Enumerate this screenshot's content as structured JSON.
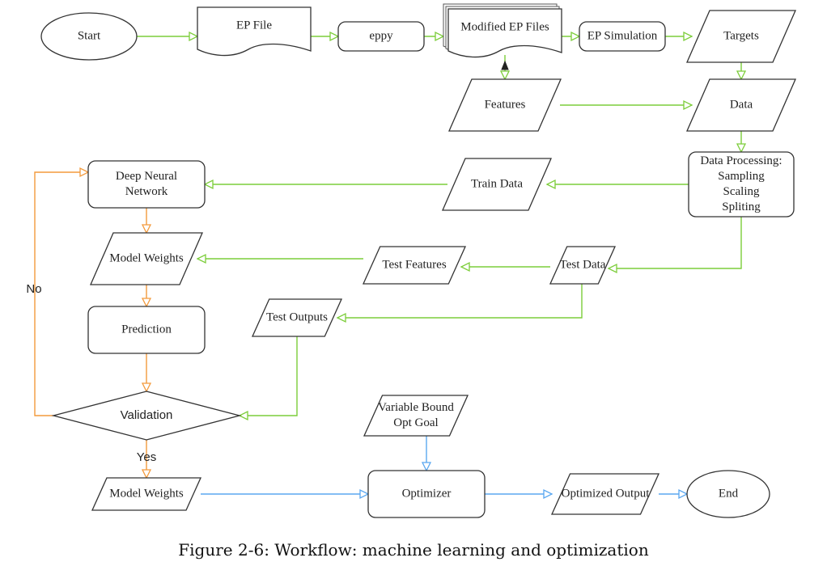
{
  "colors": {
    "green": "#7ccd3a",
    "orange": "#f39a3c",
    "blue": "#5aa7f0",
    "black": "#222222"
  },
  "nodes": {
    "start": {
      "label": "Start",
      "shape": "ellipse"
    },
    "ep_file": {
      "label": "EP File",
      "shape": "document"
    },
    "eppy": {
      "label": "eppy",
      "shape": "rounded-rect"
    },
    "modified_ep_files": {
      "label": "Modified EP Files",
      "shape": "multi-document"
    },
    "ep_simulation": {
      "label": "EP Simulation",
      "shape": "rounded-rect"
    },
    "targets": {
      "label": "Targets",
      "shape": "parallelogram"
    },
    "features": {
      "label": "Features",
      "shape": "parallelogram"
    },
    "data": {
      "label": "Data",
      "shape": "parallelogram"
    },
    "data_processing": {
      "lines": [
        "Data Processing:",
        "Sampling",
        "Scaling",
        "Spliting"
      ],
      "shape": "rounded-rect"
    },
    "train_data": {
      "label": "Train Data",
      "shape": "parallelogram"
    },
    "deep_neural_network": {
      "lines": [
        "Deep Neural",
        "Network"
      ],
      "shape": "rounded-rect"
    },
    "model_weights_train": {
      "label": "Model Weights",
      "shape": "parallelogram"
    },
    "test_features": {
      "label": "Test Features",
      "shape": "parallelogram"
    },
    "test_data": {
      "label": "Test Data",
      "shape": "parallelogram"
    },
    "test_outputs": {
      "label": "Test Outputs",
      "shape": "parallelogram"
    },
    "prediction": {
      "label": "Prediction",
      "shape": "rounded-rect"
    },
    "validation": {
      "label": "Validation",
      "shape": "diamond"
    },
    "model_weights_final": {
      "label": "Model Weights",
      "shape": "parallelogram"
    },
    "variable_bound": {
      "lines": [
        "Variable Bound",
        "Opt Goal"
      ],
      "shape": "parallelogram"
    },
    "optimizer": {
      "label": "Optimizer",
      "shape": "rounded-rect"
    },
    "optimized_output": {
      "label": "Optimized Output",
      "shape": "parallelogram"
    },
    "end": {
      "label": "End",
      "shape": "ellipse"
    }
  },
  "edges": [
    {
      "from": "start",
      "to": "ep_file",
      "color": "green"
    },
    {
      "from": "ep_file",
      "to": "eppy",
      "color": "green"
    },
    {
      "from": "eppy",
      "to": "modified_ep_files",
      "color": "green"
    },
    {
      "from": "modified_ep_files",
      "to": "ep_simulation",
      "color": "green"
    },
    {
      "from": "ep_simulation",
      "to": "targets",
      "color": "green"
    },
    {
      "from": "modified_ep_files",
      "to": "features",
      "color": "green"
    },
    {
      "from": "targets",
      "to": "data",
      "color": "green"
    },
    {
      "from": "features",
      "to": "data",
      "color": "green"
    },
    {
      "from": "data",
      "to": "data_processing",
      "color": "green"
    },
    {
      "from": "data_processing",
      "to": "train_data",
      "color": "green"
    },
    {
      "from": "train_data",
      "to": "deep_neural_network",
      "color": "green"
    },
    {
      "from": "data_processing",
      "to": "test_data",
      "color": "green"
    },
    {
      "from": "test_data",
      "to": "test_features",
      "color": "green"
    },
    {
      "from": "test_features",
      "to": "model_weights_train",
      "color": "green"
    },
    {
      "from": "test_data",
      "to": "test_outputs",
      "color": "green"
    },
    {
      "from": "test_outputs",
      "to": "validation",
      "color": "green"
    },
    {
      "from": "deep_neural_network",
      "to": "model_weights_train",
      "color": "orange"
    },
    {
      "from": "model_weights_train",
      "to": "prediction",
      "color": "orange"
    },
    {
      "from": "prediction",
      "to": "validation",
      "color": "orange"
    },
    {
      "from": "validation",
      "to": "deep_neural_network",
      "color": "orange",
      "label": "No"
    },
    {
      "from": "validation",
      "to": "model_weights_final",
      "color": "orange",
      "label": "Yes"
    },
    {
      "from": "model_weights_final",
      "to": "optimizer",
      "color": "blue"
    },
    {
      "from": "variable_bound",
      "to": "optimizer",
      "color": "blue"
    },
    {
      "from": "optimizer",
      "to": "optimized_output",
      "color": "blue"
    },
    {
      "from": "optimized_output",
      "to": "end",
      "color": "blue"
    }
  ],
  "edge_labels": {
    "no": "No",
    "yes": "Yes"
  },
  "caption": "Figure 2-6: Workflow: machine learning and optimization"
}
